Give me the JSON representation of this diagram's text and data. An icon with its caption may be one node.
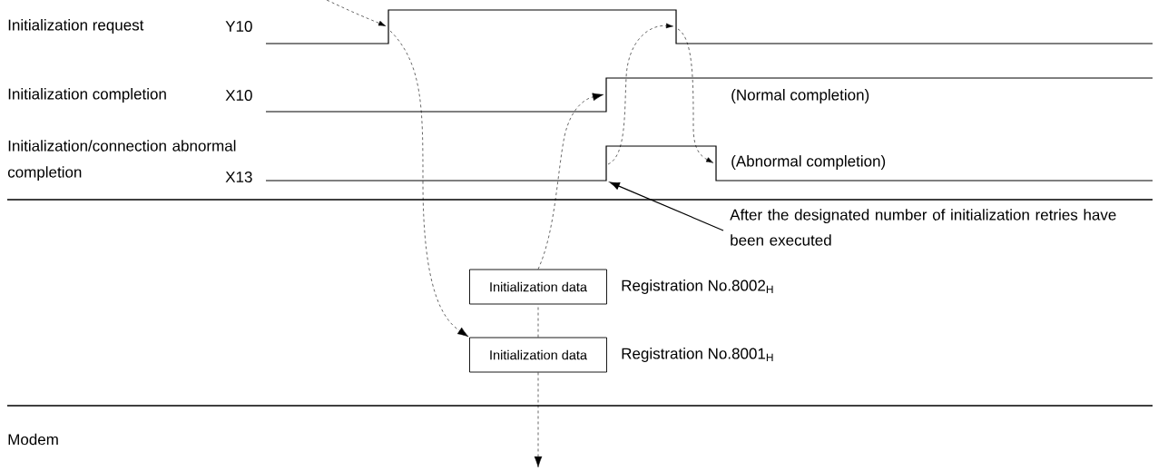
{
  "diagram": {
    "nodes": [
      {
        "text": [
          "After the designated number of initialization retries have been executed"
        ]
      },
      {
        "text": [
          "Initialization data"
        ],
        "beside": [
          "Registration No.8002$_{H}$"
        ]
      },
      {
        "text": [
          "Initialization data"
        ],
        "beside": [
          "Registration No.8001$_{H}$"
        ]
      }
    ],
    "edges": [
      {
        "from": 0,
        "to": null,
        "arrow": "to"
      },
      {
        "from": null,
        "to": 2,
        "arrow": "to",
        "style": "dashed"
      },
      {
        "from": 1,
        "to": null,
        "arrow": "to",
        "style": "dashed"
      },
      {
        "from": 2,
        "to": 1,
        "arrow": "none",
        "style": "dashed"
      },
      {
        "from": 2,
        "to": null,
        "arrow": "to",
        "style": "dashed"
      }
    ],
    "labels": [
      "Initialization request",
      "Y10",
      "Initialization completion",
      "X10",
      "Initialization/connection abnormal completion",
      "X13",
      "(Normal completion)",
      "(Abnormal completion)",
      "Modem"
    ]
  }
}
